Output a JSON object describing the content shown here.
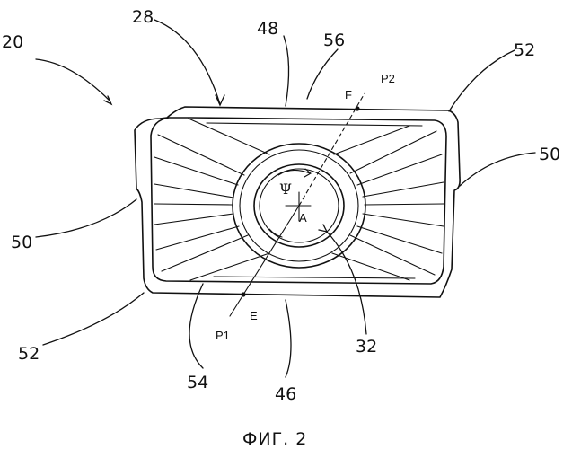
{
  "labels": {
    "l20": "20",
    "l28": "28",
    "l48": "48",
    "l56": "56",
    "l52_top": "52",
    "l50_right": "50",
    "l50_left": "50",
    "l52_bottom": "52",
    "l54": "54",
    "l46": "46",
    "l32": "32",
    "lF": "F",
    "lP2": "P2",
    "lE": "E",
    "lP1": "P1",
    "lA": "A",
    "lPsi": "Ψ"
  },
  "caption": "ФИГ. 2"
}
